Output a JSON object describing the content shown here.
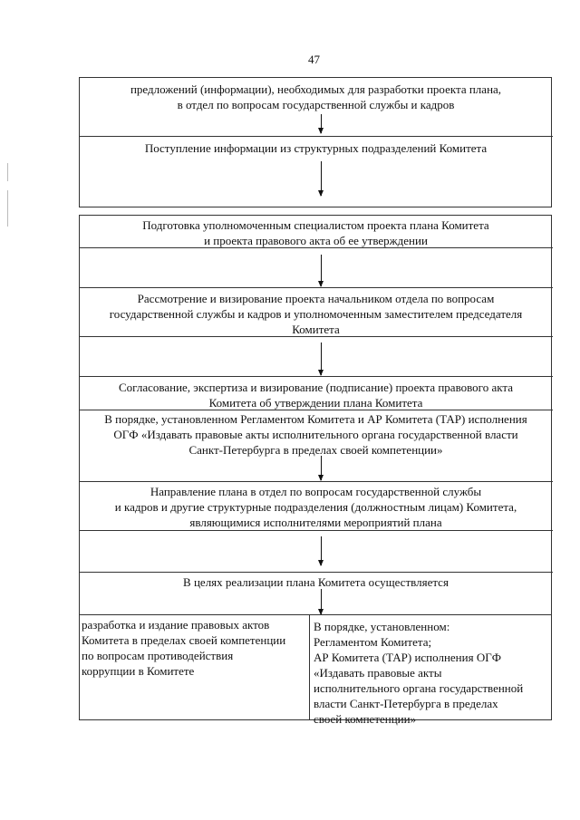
{
  "page_number": "47",
  "steps": [
    {
      "lines": [
        "предложений (информации), необходимых для разработки проекта плана,",
        "в отдел по вопросам государственной службы и кадров"
      ]
    },
    {
      "lines": [
        "Поступление информации из структурных подразделений Комитета"
      ]
    },
    {
      "lines": [
        "Подготовка уполномоченным специалистом проекта плана Комитета",
        "и проекта правового акта об ее утверждении"
      ]
    },
    {
      "lines": [
        "Рассмотрение и визирование проекта начальником отдела по вопросам",
        "государственной службы и кадров и уполномоченным заместителем председателя",
        "Комитета"
      ]
    },
    {
      "lines": [
        "Согласование, экспертиза и визирование (подписание) проекта правового акта",
        "Комитета об утверждении плана Комитета"
      ]
    },
    {
      "lines": [
        "В порядке, установленном Регламентом Комитета и АР Комитета (ТАР) исполнения",
        "ОГФ «Издавать правовые акты исполнительного органа государственной власти",
        "Санкт-Петербурга в пределах своей компетенции»"
      ]
    },
    {
      "lines": [
        "Направление плана в отдел по вопросам государственной службы",
        "и кадров и другие структурные подразделения (должностным лицам) Комитета,",
        "являющимися исполнителями мероприятий плана"
      ]
    },
    {
      "lines": [
        "В целях реализации плана Комитета осуществляется"
      ]
    }
  ],
  "bottom": {
    "left_lines": [
      "разработка и издание правовых актов",
      "Комитета в пределах своей компетенции",
      "по вопросам противодействия",
      "коррупции в Комитете"
    ],
    "right_lines": [
      "В порядке, установленном:",
      "Регламентом Комитета;",
      "АР Комитета (ТАР) исполнения ОГФ",
      "«Издавать правовые акты",
      "исполнительного органа государственной",
      "власти Санкт-Петербурга в пределах",
      "своей компетенции»"
    ]
  }
}
